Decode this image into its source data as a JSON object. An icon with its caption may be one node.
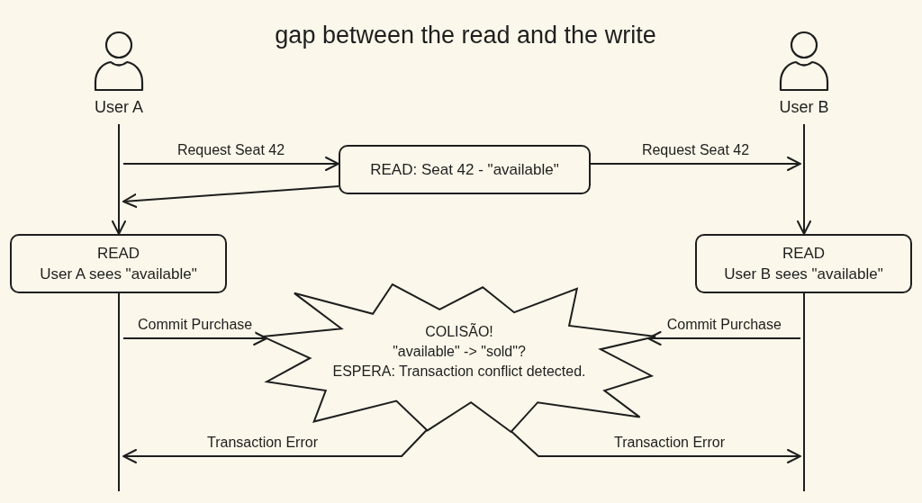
{
  "diagram": {
    "title": "gap between the read and the write",
    "nodes": [
      {
        "text": [
          "User A"
        ]
      },
      {
        "text": [
          "User B"
        ]
      },
      {
        "text": [
          "READ: Seat 42 - \"available\""
        ]
      },
      {
        "text": [
          "READ",
          "User A sees \"available\""
        ]
      },
      {
        "text": [
          "READ",
          "User B sees \"available\""
        ]
      },
      {
        "text": [
          "COLISÃO!",
          "\"available\" -> \"sold\"?",
          "ESPERA: Transaction conflict detected."
        ]
      }
    ],
    "edges": [
      {
        "from": 0,
        "to": 3,
        "arrow": "to"
      },
      {
        "from": 1,
        "to": 4,
        "arrow": "to"
      },
      {
        "from": null,
        "to": 2,
        "arrow": "to",
        "label": "Request Seat 42"
      },
      {
        "from": 2,
        "to": null,
        "arrow": "to"
      },
      {
        "from": 2,
        "to": null,
        "arrow": "to",
        "label": "Request Seat 42"
      },
      {
        "from": 3,
        "to": null,
        "arrow": "none"
      },
      {
        "from": 4,
        "to": null,
        "arrow": "none"
      },
      {
        "from": null,
        "to": 5,
        "arrow": "to",
        "label": "Commit Purchase"
      },
      {
        "from": null,
        "to": 5,
        "arrow": "to",
        "label": "Commit Purchase"
      },
      {
        "from": 5,
        "to": null,
        "arrow": "to",
        "label": "Transaction Error"
      },
      {
        "from": 5,
        "to": null,
        "arrow": "to",
        "label": "Transaction Error"
      }
    ]
  }
}
